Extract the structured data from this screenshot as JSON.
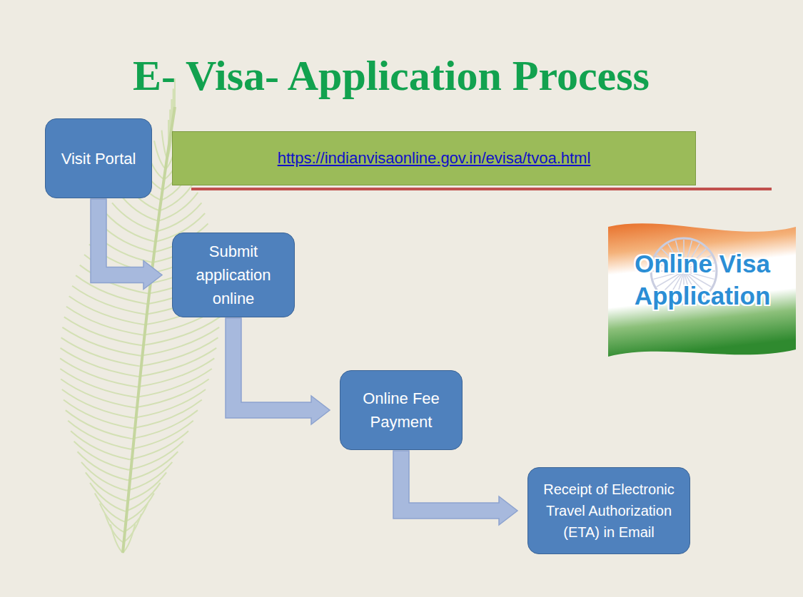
{
  "diagram": {
    "title": "E- Visa- Application Process",
    "nodes": [
      {
        "text": [
          "Visit Portal"
        ]
      },
      {
        "text": [
          "https://indianvisaonline.gov.in/evisa/tvoa.html"
        ]
      },
      {
        "text": [
          "Submit application online"
        ]
      },
      {
        "text": [
          "Online Fee Payment"
        ]
      },
      {
        "text": [
          "Receipt of Electronic Travel Authorization (ETA) in Email"
        ]
      }
    ],
    "edges": [
      {
        "from": 0,
        "to": 2,
        "arrow": "to"
      },
      {
        "from": 2,
        "to": 3,
        "arrow": "to"
      },
      {
        "from": 3,
        "to": 4,
        "arrow": "to"
      }
    ],
    "labels": [
      "Online Visa Application"
    ]
  }
}
